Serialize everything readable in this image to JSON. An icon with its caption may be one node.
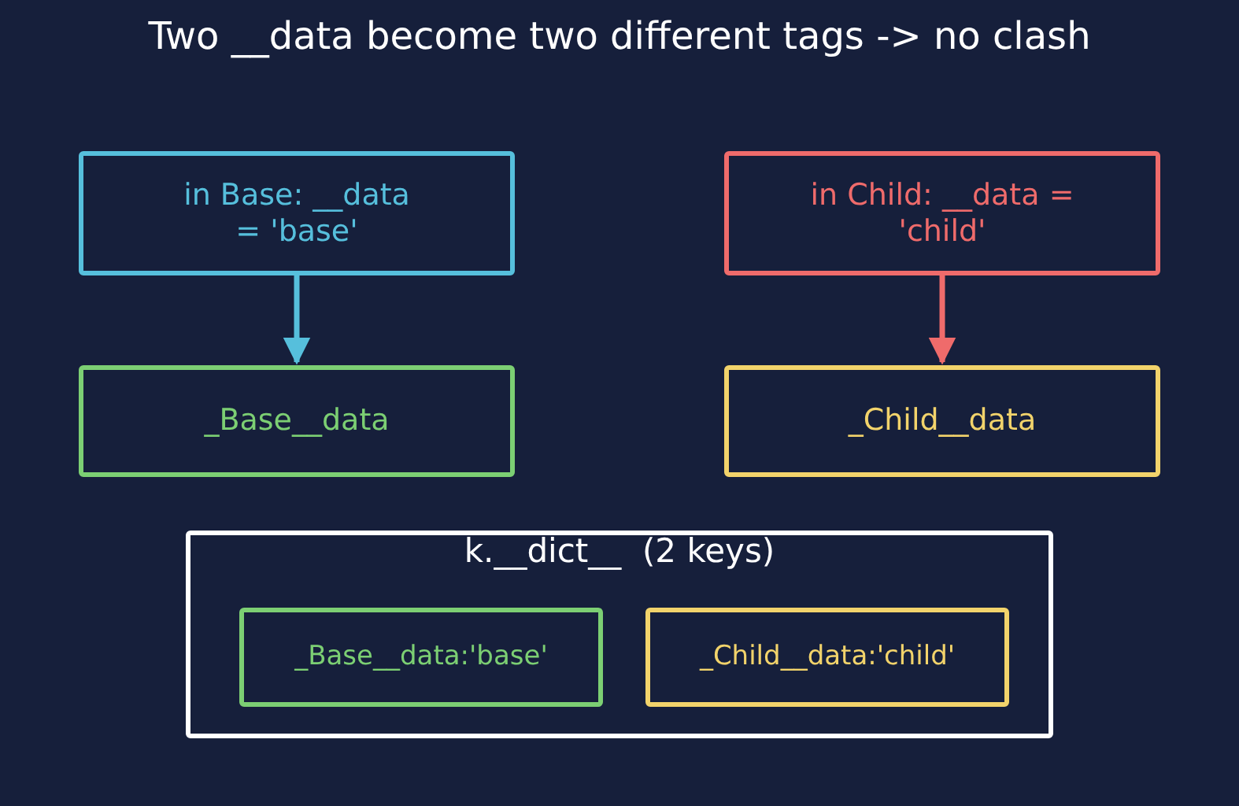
{
  "diagram": {
    "title": "Two __data become two different tags -> no clash",
    "nodes": [
      {
        "text": [
          "in Base: __data = 'base'"
        ]
      },
      {
        "text": [
          "in Child: __data = 'child'"
        ]
      },
      {
        "text": [
          "_Base__data"
        ]
      },
      {
        "text": [
          "_Child__data"
        ]
      },
      {
        "text": [
          "k.__dict__  (2 keys)"
        ]
      },
      {
        "text": [
          "_Base__data:'base'"
        ],
        "in": 4
      },
      {
        "text": [
          "_Child__data:'child'"
        ],
        "in": 4
      }
    ],
    "edges": [
      {
        "from": 0,
        "to": 2,
        "arrow": "to",
        "color": "#56bfdc"
      },
      {
        "from": 1,
        "to": 3,
        "arrow": "to",
        "color": "#ef6b6b"
      }
    ]
  }
}
